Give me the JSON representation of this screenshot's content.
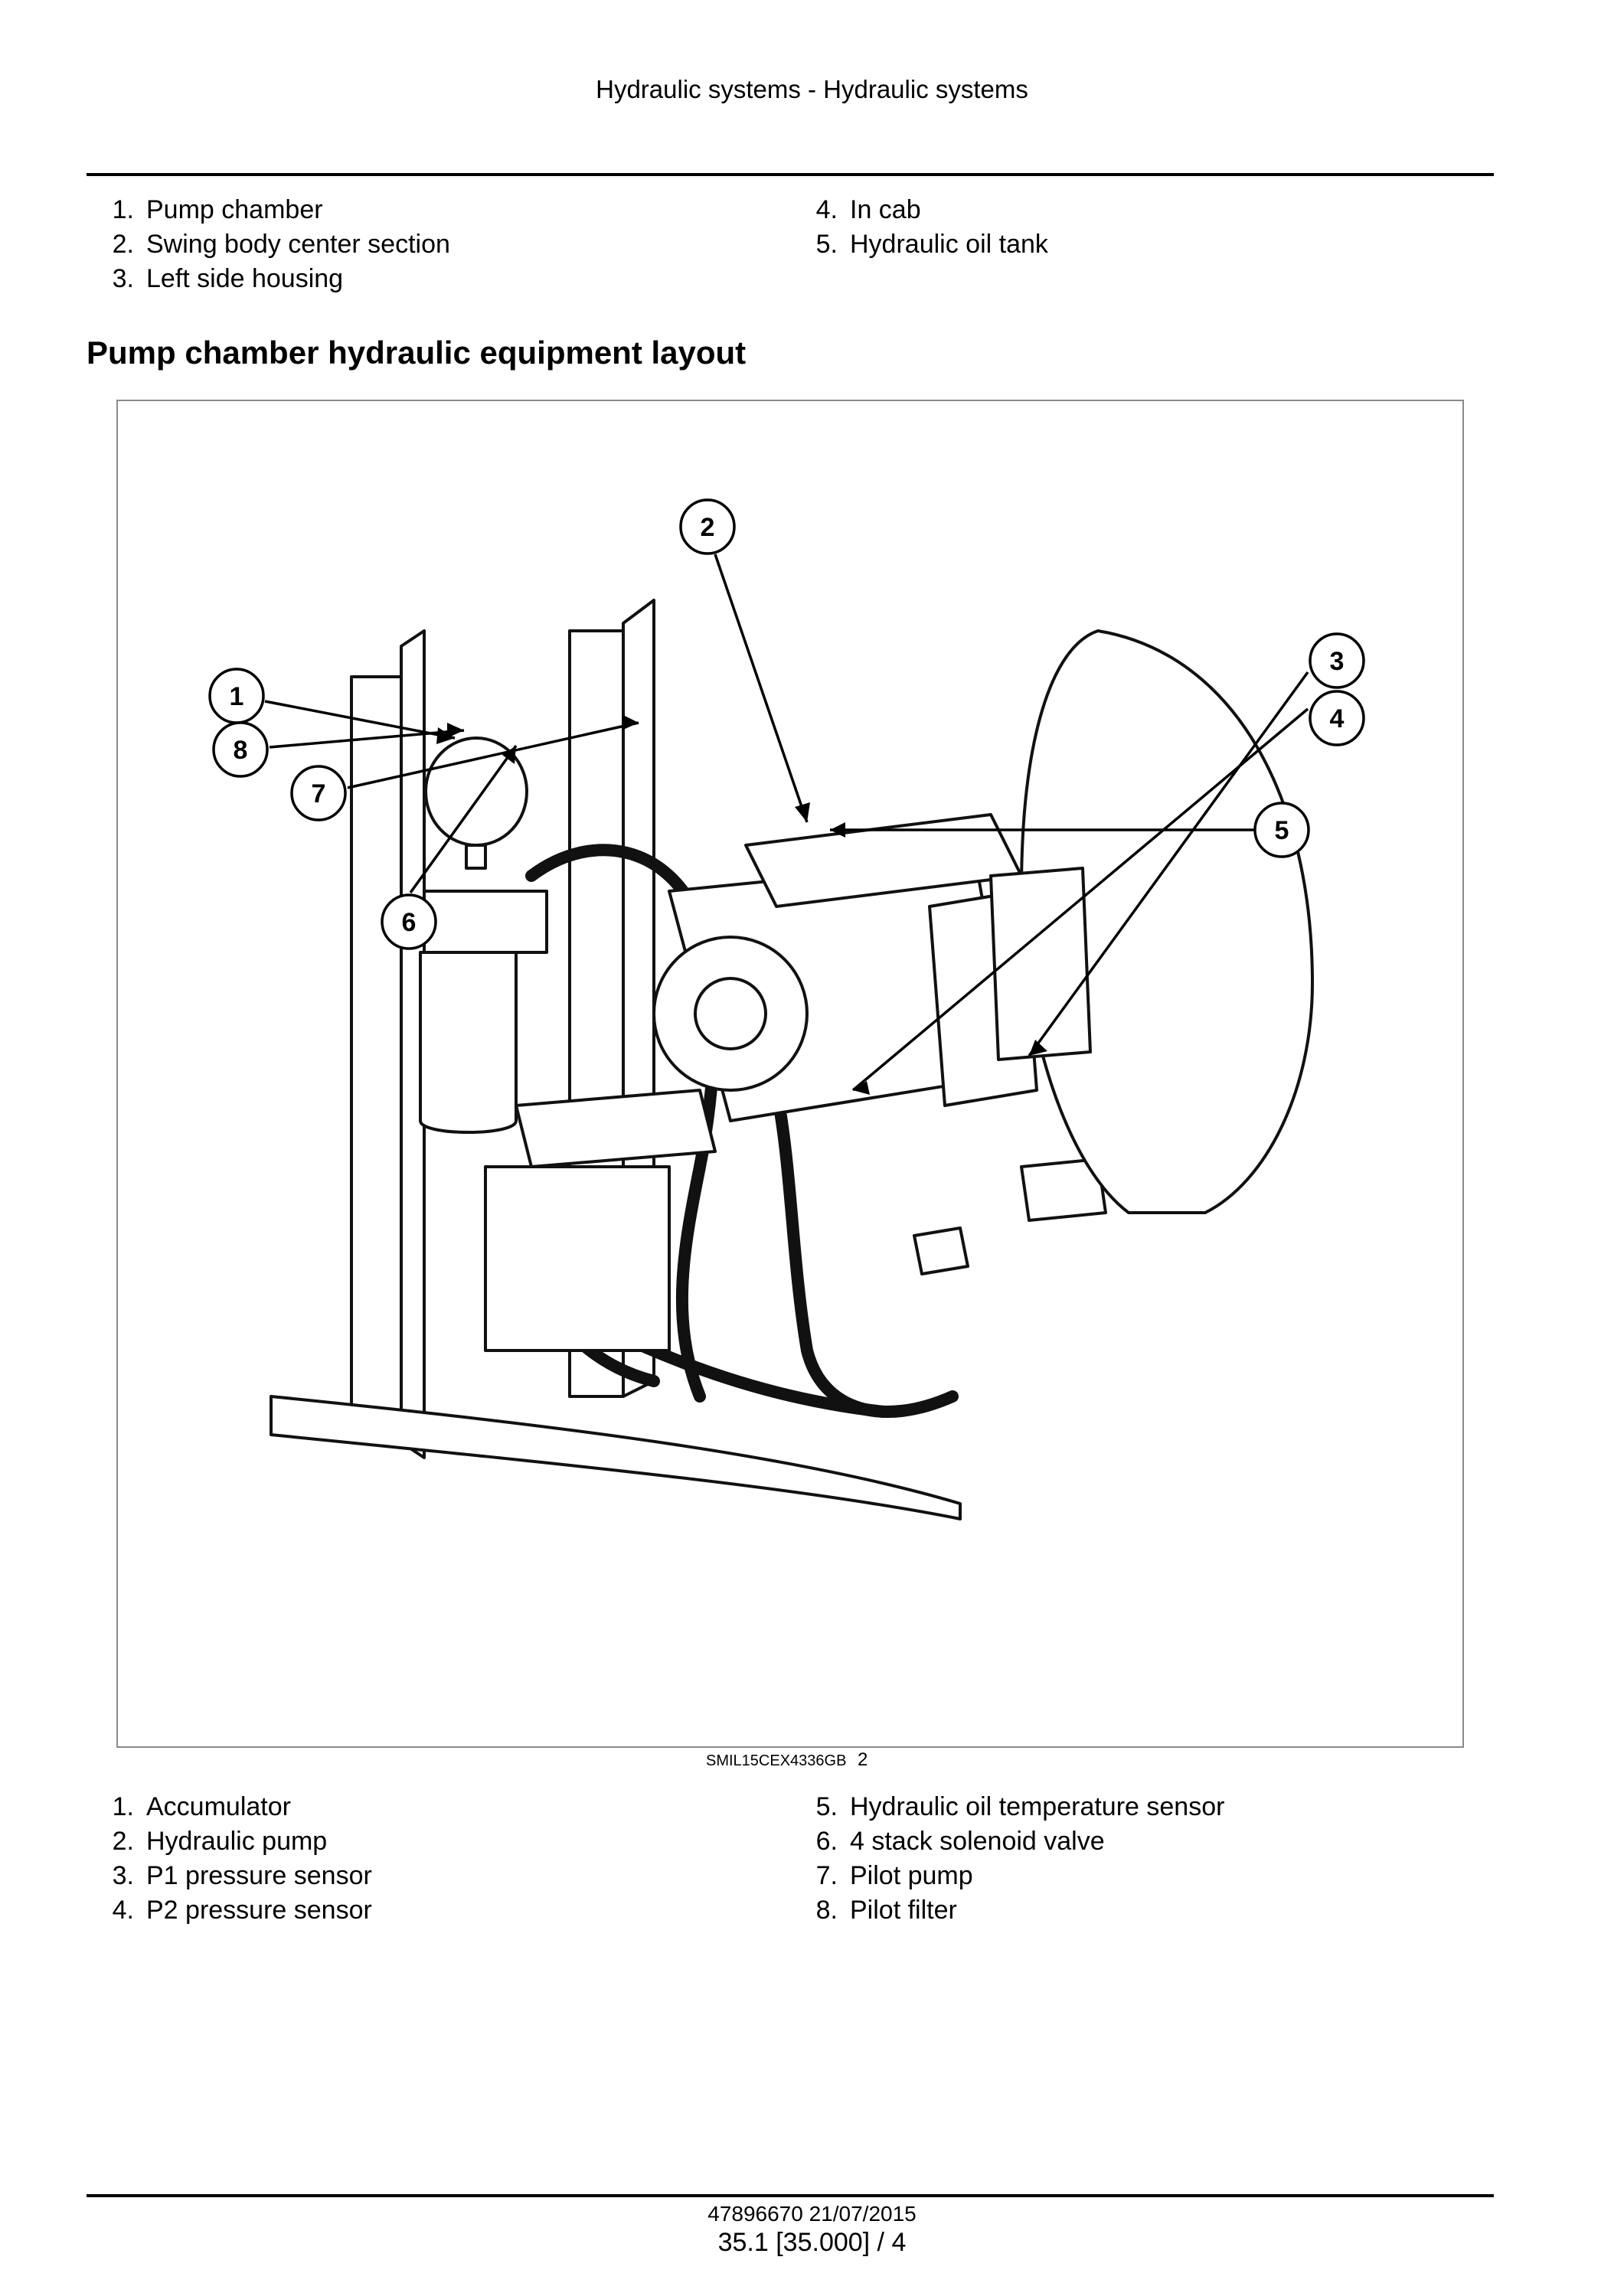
{
  "header": {
    "title": "Hydraulic systems - Hydraulic systems"
  },
  "legend_top": {
    "left": [
      {
        "num": "1.",
        "label": "Pump chamber"
      },
      {
        "num": "2.",
        "label": "Swing body center section"
      },
      {
        "num": "3.",
        "label": "Left side housing"
      }
    ],
    "right": [
      {
        "num": "4.",
        "label": "In cab"
      },
      {
        "num": "5.",
        "label": "Hydraulic oil tank"
      }
    ]
  },
  "section_title": "Pump chamber hydraulic equipment layout",
  "figure": {
    "callouts": [
      "1",
      "2",
      "3",
      "4",
      "5",
      "6",
      "7",
      "8"
    ],
    "reference": "SMIL15CEX4336GB",
    "number": "2"
  },
  "legend_bottom": {
    "left": [
      {
        "num": "1.",
        "label": "Accumulator"
      },
      {
        "num": "2.",
        "label": "Hydraulic pump"
      },
      {
        "num": "3.",
        "label": "P1 pressure sensor"
      },
      {
        "num": "4.",
        "label": "P2 pressure sensor"
      }
    ],
    "right": [
      {
        "num": "5.",
        "label": "Hydraulic oil temperature sensor"
      },
      {
        "num": "6.",
        "label": "4 stack solenoid valve"
      },
      {
        "num": "7.",
        "label": "Pilot pump"
      },
      {
        "num": "8.",
        "label": "Pilot filter"
      }
    ]
  },
  "footer": {
    "doc": "47896670 21/07/2015",
    "page": "35.1 [35.000] / 4"
  }
}
